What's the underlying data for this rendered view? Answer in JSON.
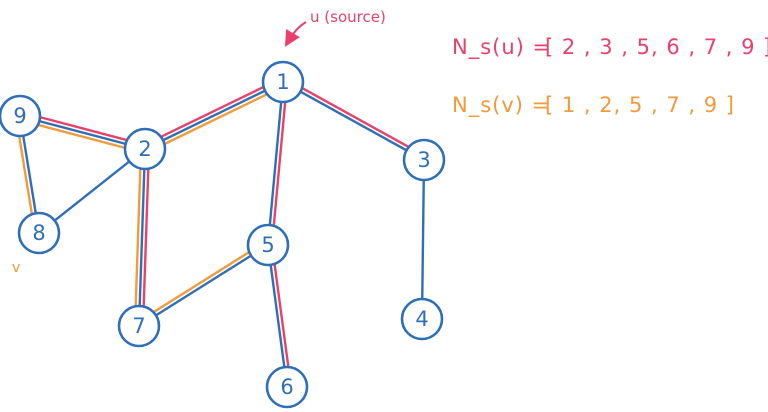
{
  "colors": {
    "node": "#2f6fb8",
    "pink": "#e8416b",
    "orange": "#f39a3a"
  },
  "nodes": [
    {
      "id": "1",
      "label": "1"
    },
    {
      "id": "2",
      "label": "2"
    },
    {
      "id": "3",
      "label": "3"
    },
    {
      "id": "4",
      "label": "4"
    },
    {
      "id": "5",
      "label": "5"
    },
    {
      "id": "6",
      "label": "6"
    },
    {
      "id": "7",
      "label": "7"
    },
    {
      "id": "8",
      "label": "8"
    },
    {
      "id": "9",
      "label": "9"
    }
  ],
  "edges": [
    {
      "from": "9",
      "to": "2",
      "pink": true,
      "orange": true
    },
    {
      "from": "9",
      "to": "8",
      "pink": false,
      "orange": true
    },
    {
      "from": "8",
      "to": "2",
      "pink": false,
      "orange": false
    },
    {
      "from": "2",
      "to": "1",
      "pink": true,
      "orange": true
    },
    {
      "from": "2",
      "to": "7",
      "pink": true,
      "orange": true
    },
    {
      "from": "1",
      "to": "5",
      "pink": true,
      "orange": false
    },
    {
      "from": "1",
      "to": "3",
      "pink": true,
      "orange": false
    },
    {
      "from": "3",
      "to": "4",
      "pink": false,
      "orange": false
    },
    {
      "from": "5",
      "to": "7",
      "pink": false,
      "orange": true
    },
    {
      "from": "5",
      "to": "6",
      "pink": true,
      "orange": false
    }
  ],
  "annotations": {
    "source_label": "u (source)",
    "v_label": "v"
  },
  "sets": {
    "nu_label": "N_s(u) =",
    "nu_values": "[ 2 , 3 , 5, 6 , 7 , 9 ]",
    "nv_label": "N_s(v) =",
    "nv_values": "[ 1 , 2, 5 , 7 , 9 ]"
  }
}
